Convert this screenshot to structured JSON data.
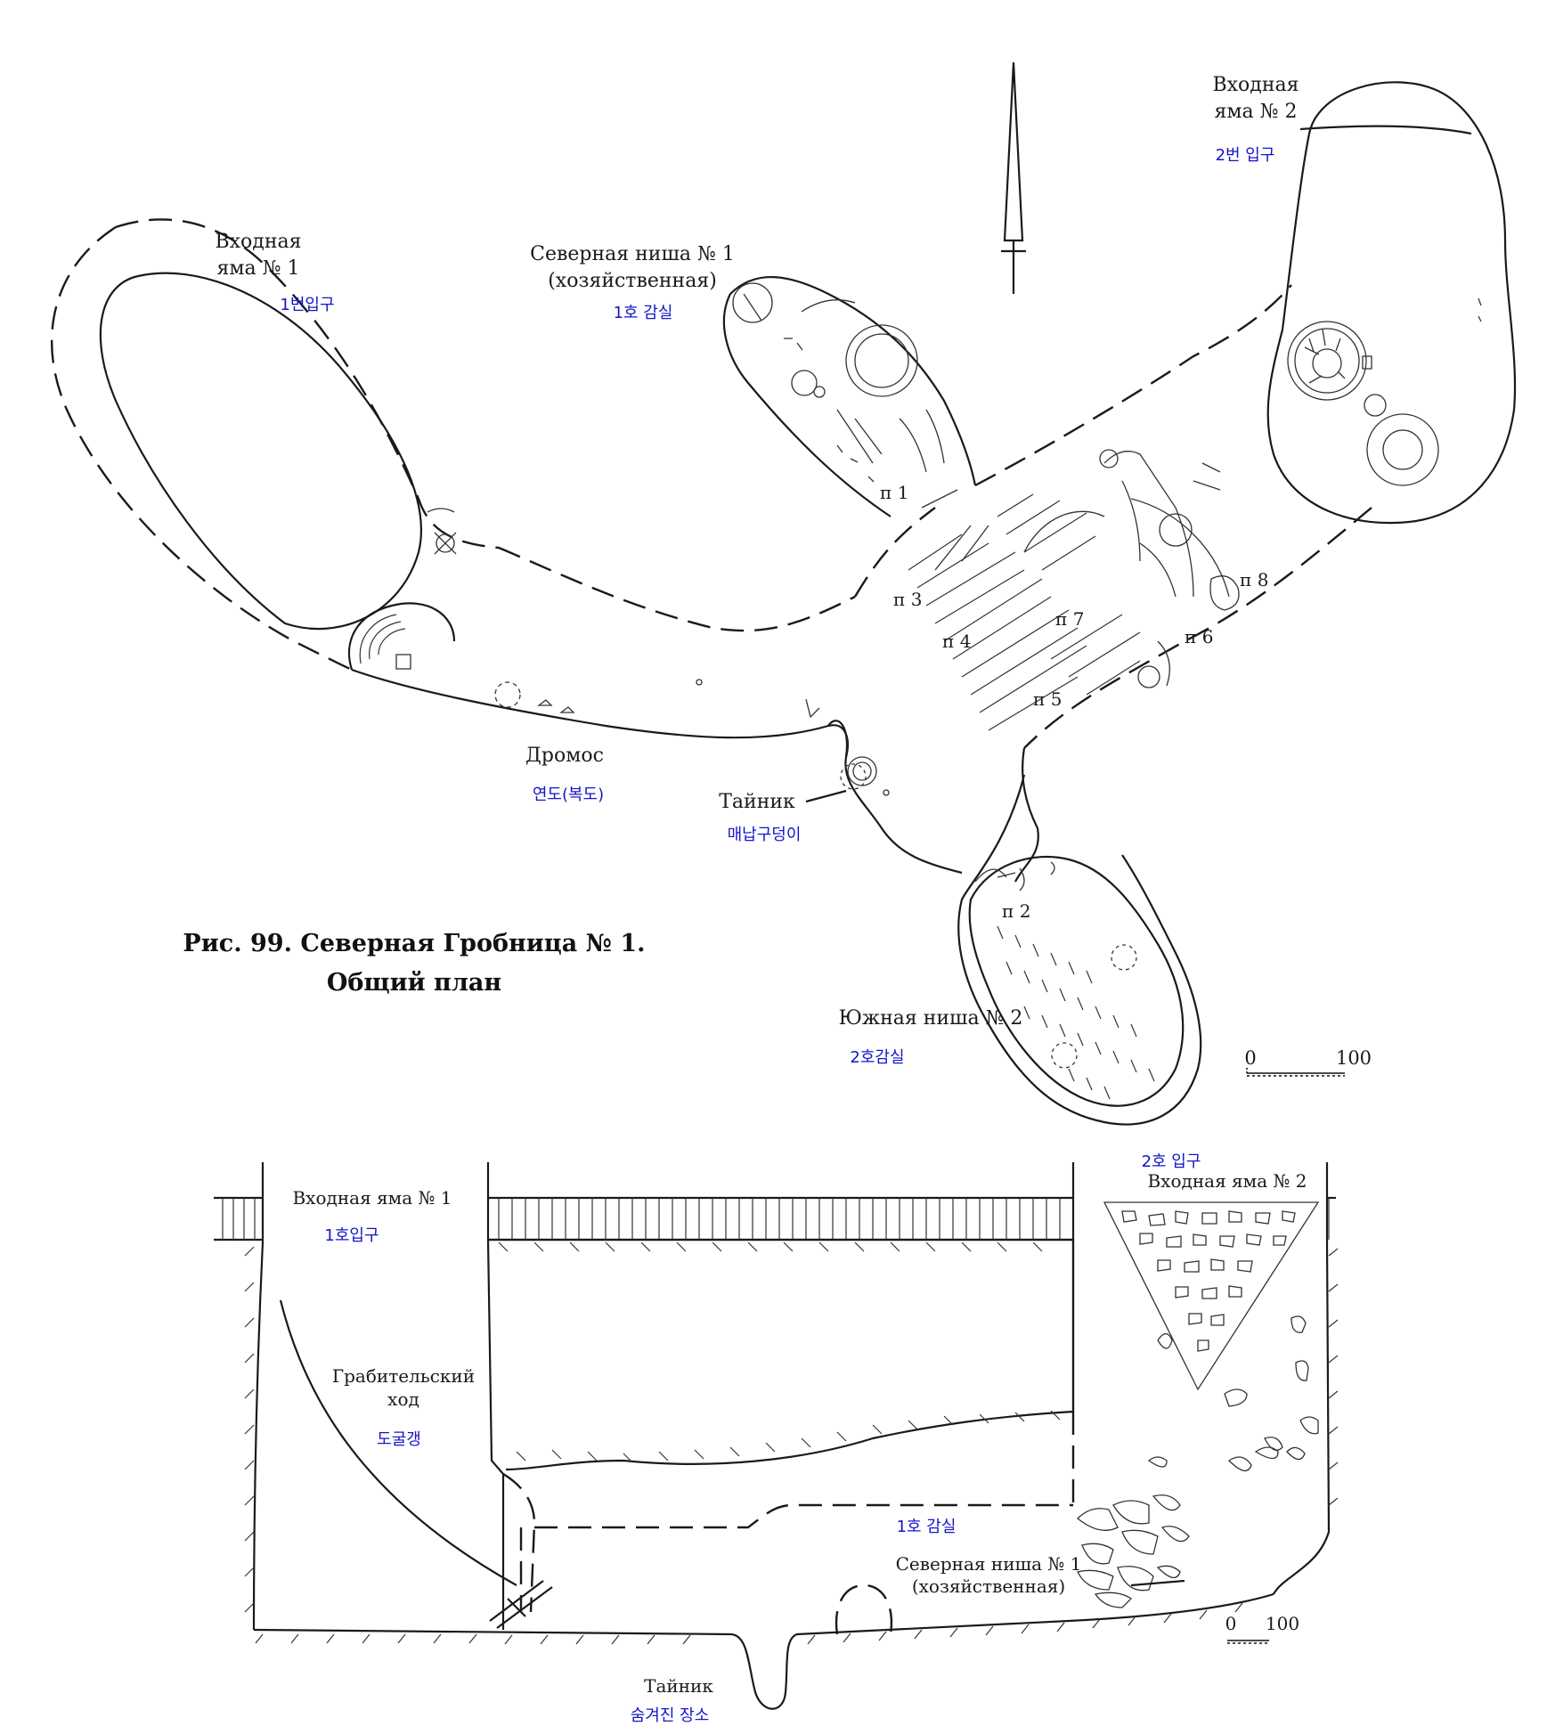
{
  "plan": {
    "entry_pit_1": {
      "line1": "Входная",
      "line2": "яма № 1",
      "ko": "1번입구"
    },
    "entry_pit_2": {
      "line1": "Входная",
      "line2": "яма № 2",
      "ko": "2번 입구"
    },
    "north_niche_1": {
      "line1": "Северная ниша № 1",
      "line2": "(хозяйственная)",
      "ko": "1호 감실"
    },
    "dromos": {
      "ru": "Дромос",
      "ko": "연도(복도)"
    },
    "cache": {
      "ru": "Тайник",
      "ko": "매납구덩이"
    },
    "south_niche_2": {
      "ru": "Южная ниша № 2",
      "ko": "2호감실"
    },
    "burials": [
      "п 1",
      "п 2",
      "п 3",
      "п 4",
      "п 5",
      "п 6",
      "п 7",
      "п 8"
    ],
    "caption_line1": "Рис. 99. Северная Гробница № 1.",
    "caption_line2": "Общий план",
    "scale": {
      "start": "0",
      "end": "100"
    }
  },
  "section": {
    "entry_pit_1": {
      "ru": "Входная яма № 1",
      "ko": "1호입구"
    },
    "entry_pit_2": {
      "ru": "Входная яма № 2",
      "ko": "2호 입구"
    },
    "robber_passage": {
      "line1": "Грабительский",
      "line2": "ход",
      "ko": "도굴갱"
    },
    "north_niche_1": {
      "ko": "1호 감실",
      "line1": "Северная ниша № 1",
      "line2": "(хозяйственная)"
    },
    "cache": {
      "ru": "Тайник",
      "ko": "숨겨진 장소"
    },
    "scale": {
      "start": "0",
      "end": "100"
    }
  },
  "colors": {
    "ink": "#1a1a1a",
    "korean_annotation": "#1515c8"
  }
}
